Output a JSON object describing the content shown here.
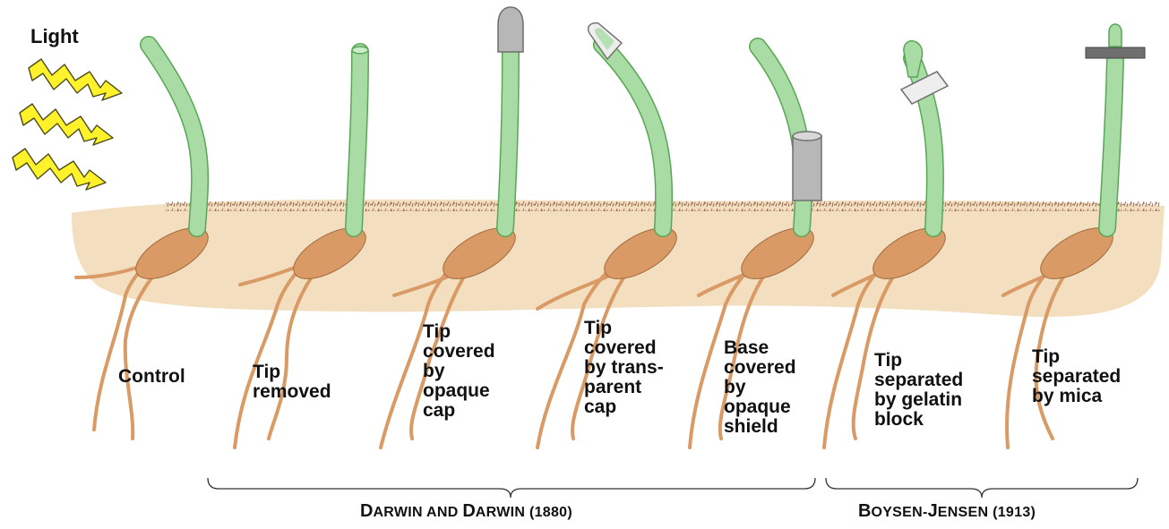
{
  "light_label": "Light",
  "colors": {
    "coleoptile": "#a8dca4",
    "coleoptile_stroke": "#5aa657",
    "soil": "#f3dfc0",
    "soil_speckle": "#8a5a42",
    "root": "#d99a66",
    "root_stroke": "#a06a3f",
    "light_arrow": "#fff22a",
    "light_arrow_stroke": "#4a4a1a",
    "opaque_cap": "#b7b7b7",
    "transparent_cap": "#eeeeee",
    "gelatin": "#eeeeee",
    "mica": "#6f6f6f"
  },
  "plants": [
    {
      "id": "control",
      "label": "Control"
    },
    {
      "id": "tip-removed",
      "label": "Tip\nremoved"
    },
    {
      "id": "opaque-cap",
      "label": "Tip\ncovered\nby\nopaque\n  cap"
    },
    {
      "id": "transparent-cap",
      "label": "Tip\ncovered\nby trans-\nparent\ncap"
    },
    {
      "id": "base-covered",
      "label": "Base\ncovered\nby\nopaque\nshield"
    },
    {
      "id": "gelatin",
      "label": "Tip\nseparated\nby gelatin\nblock"
    },
    {
      "id": "mica",
      "label": "Tip\nseparated\nby mica"
    }
  ],
  "groups": [
    {
      "first_letter_1": "D",
      "rest_1": "ARWIN AND ",
      "first_letter_2": "D",
      "rest_2": "ARWIN",
      "year": " (1880)"
    },
    {
      "first_letter_1": "B",
      "rest_1": "OYSEN-",
      "first_letter_2": "J",
      "rest_2": "ENSEN",
      "year": " (1913)"
    }
  ]
}
